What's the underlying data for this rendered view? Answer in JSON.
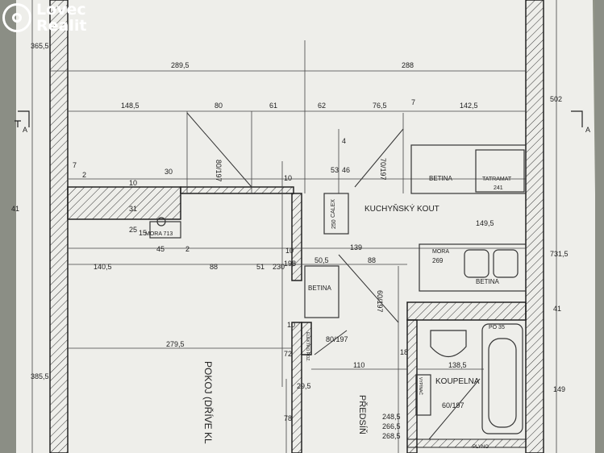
{
  "logo": {
    "line1": "Lovec",
    "line2": "Realit"
  },
  "section_marker": "A",
  "dims": {
    "top_left_total": "289,5",
    "top_right_total": "288",
    "seg_148_5": "148,5",
    "seg_80": "80",
    "seg_61": "61",
    "seg_62": "62",
    "seg_76_5": "76,5",
    "seg_7": "7",
    "seg_142_5": "142,5",
    "right_502": "502",
    "right_731_5": "731,5",
    "right_41": "41",
    "right_149": "149",
    "left_41": "41",
    "left_365_5": "365,5",
    "left_385_5": "385,5",
    "d_7": "7",
    "d_2": "2",
    "d_10": "10",
    "d_30": "30",
    "d_31": "31",
    "d_25": "25",
    "d_15": "15",
    "d_45": "45",
    "d_2b": "2",
    "d_53": "53",
    "d_46": "46",
    "d_4": "4",
    "d_10b": "10",
    "door_80_197": "80/197",
    "door_70_197": "70/197",
    "door_60_197": "60/197",
    "door_80_197b": "80/197",
    "door_60_197b": "60/197",
    "seg_140_5": "140,5",
    "seg_88": "88",
    "seg_51": "51",
    "seg_230": "230",
    "seg_198": "198",
    "seg_10": "10",
    "seg_50_5": "50,5",
    "seg_88b": "88",
    "seg_139": "139",
    "seg_149_5": "149,5",
    "seg_279_5": "279,5",
    "seg_110": "110",
    "seg_138_5": "138,5",
    "seg_29_5": "29,5",
    "seg_72": "72",
    "seg_78": "78",
    "seg_248_5": "248,5",
    "seg_266_5": "266,5",
    "seg_268_5": "268,5",
    "seg_18": "18",
    "seg_10c": "10"
  },
  "labels": {
    "kitchen": "KUCHYŇSKÝ KOUT",
    "betina1": "BETINA",
    "tatramat": "TATRAMAT",
    "tatramat_num": "241",
    "calex": "CALEX",
    "calex_num": "250",
    "mora_713": "MORA 713",
    "mora": "MORA",
    "mora_num": "269",
    "betina2": "BETINA",
    "betina3": "BETINA",
    "bathroom": "KOUPELNA",
    "hallway": "PŘEDSÍŇ",
    "room": "POKOJ (DŘÍVE KL",
    "po": "PO 35",
    "elektro": "ELEKTRO ROZ.",
    "vypinac": "VYPÍNAČ",
    "ptno": "PLYNO"
  }
}
